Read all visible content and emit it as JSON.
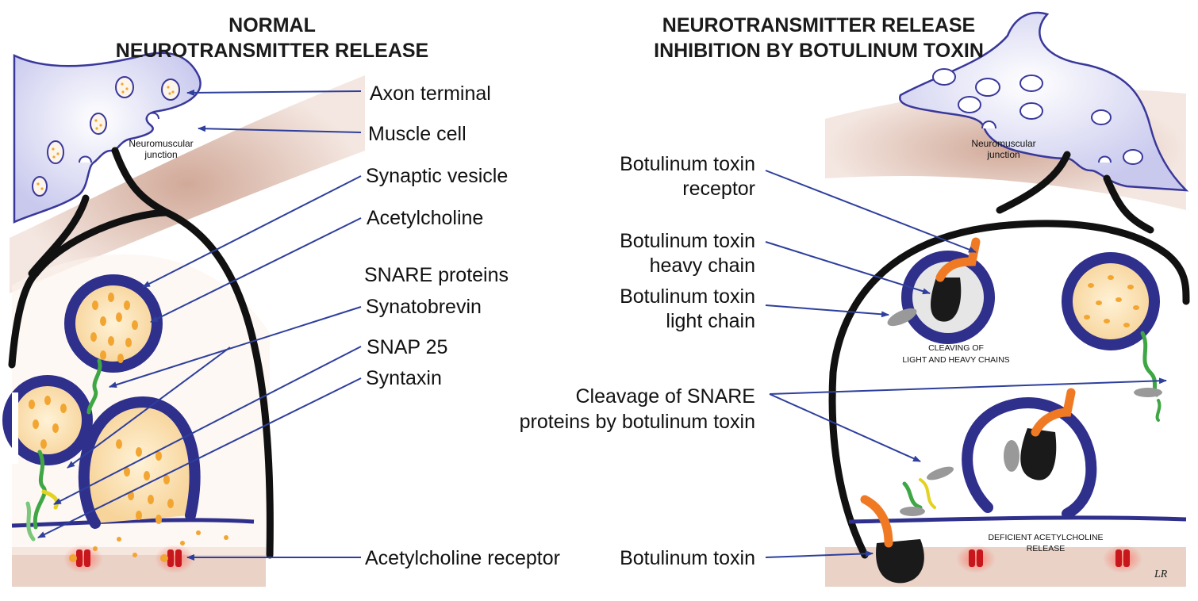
{
  "titles": {
    "left_line1": "NORMAL",
    "left_line2": "NEUROTRANSMITTER RELEASE",
    "right_line1": "NEUROTRANSMITTER RELEASE",
    "right_line2": "INHIBITION BY BOTULINUM TOXIN"
  },
  "left_labels": {
    "axon_terminal": "Axon terminal",
    "muscle_cell": "Muscle cell",
    "synaptic_vesicle": "Synaptic vesicle",
    "acetylcholine": "Acetylcholine",
    "snare_proteins": "SNARE proteins",
    "synatobrevin": "Synatobrevin",
    "snap25": "SNAP 25",
    "syntaxin": "Syntaxin",
    "acetylcholine_receptor": "Acetylcholine receptor"
  },
  "right_labels": {
    "toxin_receptor_1": "Botulinum toxin",
    "toxin_receptor_2": "receptor",
    "heavy_chain_1": "Botulinum toxin",
    "heavy_chain_2": "heavy chain",
    "light_chain_1": "Botulinum toxin",
    "light_chain_2": "light chain",
    "cleavage_1": "Cleavage of SNARE",
    "cleavage_2": "proteins by botulinum toxin",
    "botulinum_toxin": "Botulinum toxin"
  },
  "small_labels": {
    "nmj_left_1": "Neuromuscular",
    "nmj_left_2": "junction",
    "nmj_right_1": "Neuromuscular",
    "nmj_right_2": "junction",
    "cleaving_1": "CLEAVING OF",
    "cleaving_2": "LIGHT AND HEAVY CHAINS",
    "deficient_1": "DEFICIENT ACETYLCHOLINE",
    "deficient_2": "RELEASE"
  },
  "colors": {
    "arrow": "#2e3f9c",
    "terminal_fill": "#dcdcf4",
    "terminal_stroke": "#39389a",
    "muscle": "#d9b7a8",
    "vesicle_ring": "#2f2f8c",
    "vesicle_fill": "#f9dca8",
    "dots": "#f2a531",
    "snare_green": "#3fa645",
    "snare_yellow": "#e3d21f",
    "toxin_orange": "#f07a24",
    "receptor_red": "#c8161d"
  },
  "signature": "LR"
}
